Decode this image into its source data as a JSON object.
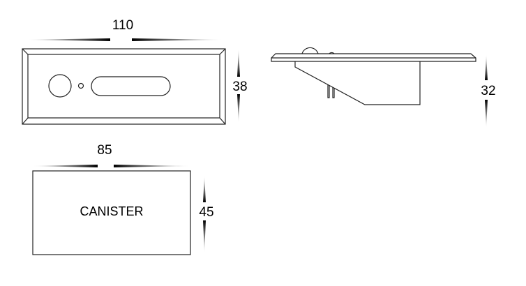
{
  "front_view": {
    "width_label": "110",
    "height_label": "38"
  },
  "side_view": {
    "depth_label": "32"
  },
  "canister": {
    "label": "CANISTER",
    "width_label": "85",
    "height_label": "45"
  }
}
